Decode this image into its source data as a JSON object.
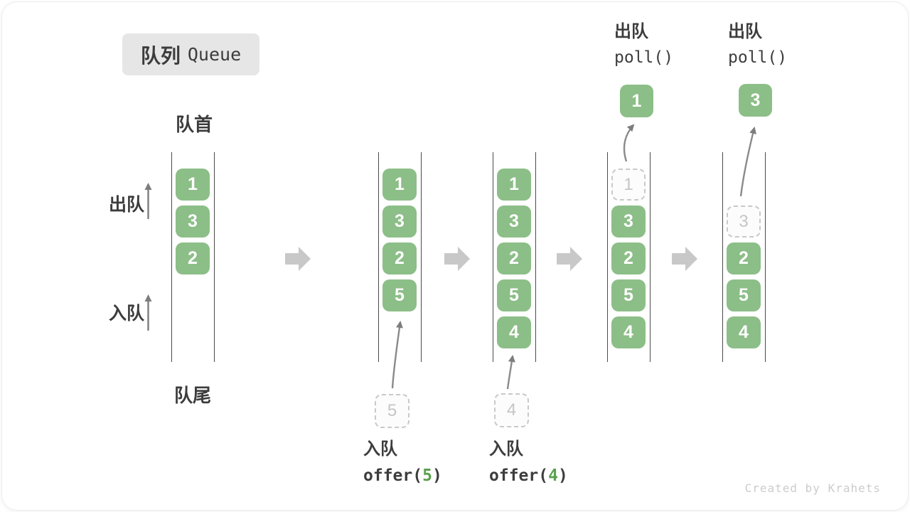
{
  "title": {
    "zh": "队列",
    "en": "Queue"
  },
  "labels": {
    "front": "队首",
    "rear": "队尾",
    "dequeue_side": "出队",
    "enqueue_side": "入队"
  },
  "operations": {
    "offer5": {
      "label": "入队",
      "code_prefix": "offer(",
      "arg": "5",
      "code_suffix": ")",
      "staged_value": "5"
    },
    "offer4": {
      "label": "入队",
      "code_prefix": "offer(",
      "arg": "4",
      "code_suffix": ")",
      "staged_value": "4"
    },
    "poll1": {
      "label": "出队",
      "code": "poll()",
      "removed_value": "1"
    },
    "poll3": {
      "label": "出队",
      "code": "poll()",
      "removed_value": "3"
    }
  },
  "states": [
    {
      "name": "initial",
      "items": [
        {
          "slot": 1,
          "value": "1"
        },
        {
          "slot": 2,
          "value": "3"
        },
        {
          "slot": 3,
          "value": "2"
        }
      ]
    },
    {
      "name": "after-offer-5",
      "items": [
        {
          "slot": 1,
          "value": "1"
        },
        {
          "slot": 2,
          "value": "3"
        },
        {
          "slot": 3,
          "value": "2"
        },
        {
          "slot": 4,
          "value": "5"
        }
      ]
    },
    {
      "name": "after-offer-4",
      "items": [
        {
          "slot": 1,
          "value": "1"
        },
        {
          "slot": 2,
          "value": "3"
        },
        {
          "slot": 3,
          "value": "2"
        },
        {
          "slot": 4,
          "value": "5"
        },
        {
          "slot": 5,
          "value": "4"
        }
      ]
    },
    {
      "name": "after-poll-1",
      "items": [
        {
          "slot": 1,
          "value": "1",
          "dashed": true
        },
        {
          "slot": 2,
          "value": "3"
        },
        {
          "slot": 3,
          "value": "2"
        },
        {
          "slot": 4,
          "value": "5"
        },
        {
          "slot": 5,
          "value": "4"
        }
      ]
    },
    {
      "name": "after-poll-3",
      "items": [
        {
          "slot": 2,
          "value": "3",
          "dashed": true
        },
        {
          "slot": 3,
          "value": "2"
        },
        {
          "slot": 4,
          "value": "5"
        },
        {
          "slot": 5,
          "value": "4"
        }
      ]
    }
  ],
  "watermark": "Created by Krahets",
  "colors": {
    "item_green": "#8CBE87",
    "code_arg_green": "#5aa14e"
  }
}
